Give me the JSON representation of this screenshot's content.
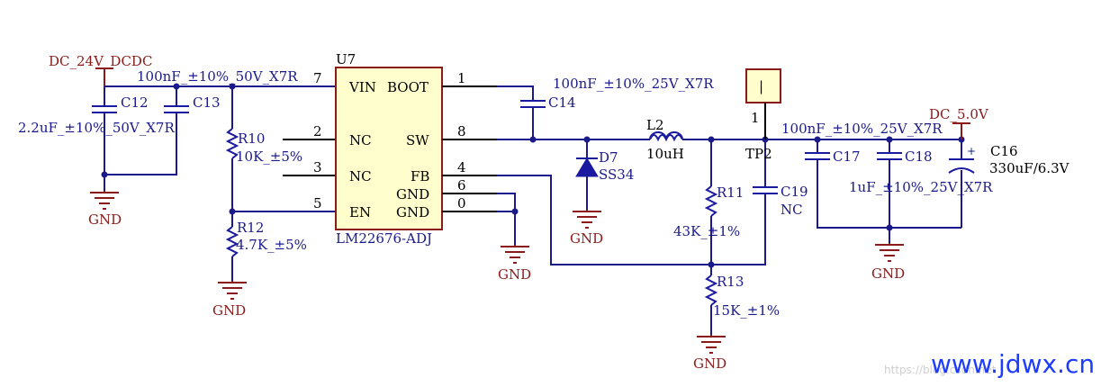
{
  "u7": {
    "refdes": "U7",
    "part": "LM22676-ADJ",
    "pins_left": [
      {
        "num": "7",
        "name": "VIN"
      },
      {
        "num": "2",
        "name": "NC"
      },
      {
        "num": "3",
        "name": "NC"
      },
      {
        "num": "5",
        "name": "EN"
      }
    ],
    "pins_right": [
      {
        "num": "1",
        "name": "BOOT"
      },
      {
        "num": "8",
        "name": "SW"
      },
      {
        "num": "4",
        "name": "FB"
      },
      {
        "num": "6",
        "name": "GND"
      },
      {
        "num": "0",
        "name": "GND"
      }
    ]
  },
  "power": {
    "input": "DC_24V_DCDC",
    "output": "DC_5.0V",
    "gnd": "GND"
  },
  "components": {
    "c12": {
      "ref": "C12",
      "value": "2.2uF_±10%_50V_X7R"
    },
    "c13": {
      "ref": "C13",
      "value": "100nF_±10%_50V_X7R"
    },
    "r10": {
      "ref": "R10",
      "value": "10K_±5%"
    },
    "r12": {
      "ref": "R12",
      "value": "4.7K_±5%"
    },
    "c14": {
      "ref": "C14",
      "value": "100nF_±10%_25V_X7R"
    },
    "d7": {
      "ref": "D7",
      "value": "SS34"
    },
    "l2": {
      "ref": "L2",
      "value": "10uH"
    },
    "r11": {
      "ref": "R11",
      "value": "43K_±1%"
    },
    "r13": {
      "ref": "R13",
      "value": "15K_±1%"
    },
    "c19": {
      "ref": "C19",
      "value": "NC"
    },
    "tp2": {
      "ref": "TP2",
      "pin_label": "1",
      "box_symbol": "|"
    },
    "c17": {
      "ref": "C17",
      "value": "100nF_±10%_25V_X7R"
    },
    "c18": {
      "ref": "C18",
      "value": "1uF_±10%_25V_X7R"
    },
    "c16": {
      "ref": "C16",
      "value": "330uF/6.3V",
      "polarity": "+"
    }
  },
  "watermark": {
    "brand": "www.jdwx.cn",
    "faint": "https://blog.csdn.net"
  },
  "colors": {
    "wire": "#1a1a8c",
    "power_symbol": "#8b1a1a",
    "pin_line": "#000000",
    "ic_fill": "#fffecc",
    "brand": "#1e3cff"
  }
}
